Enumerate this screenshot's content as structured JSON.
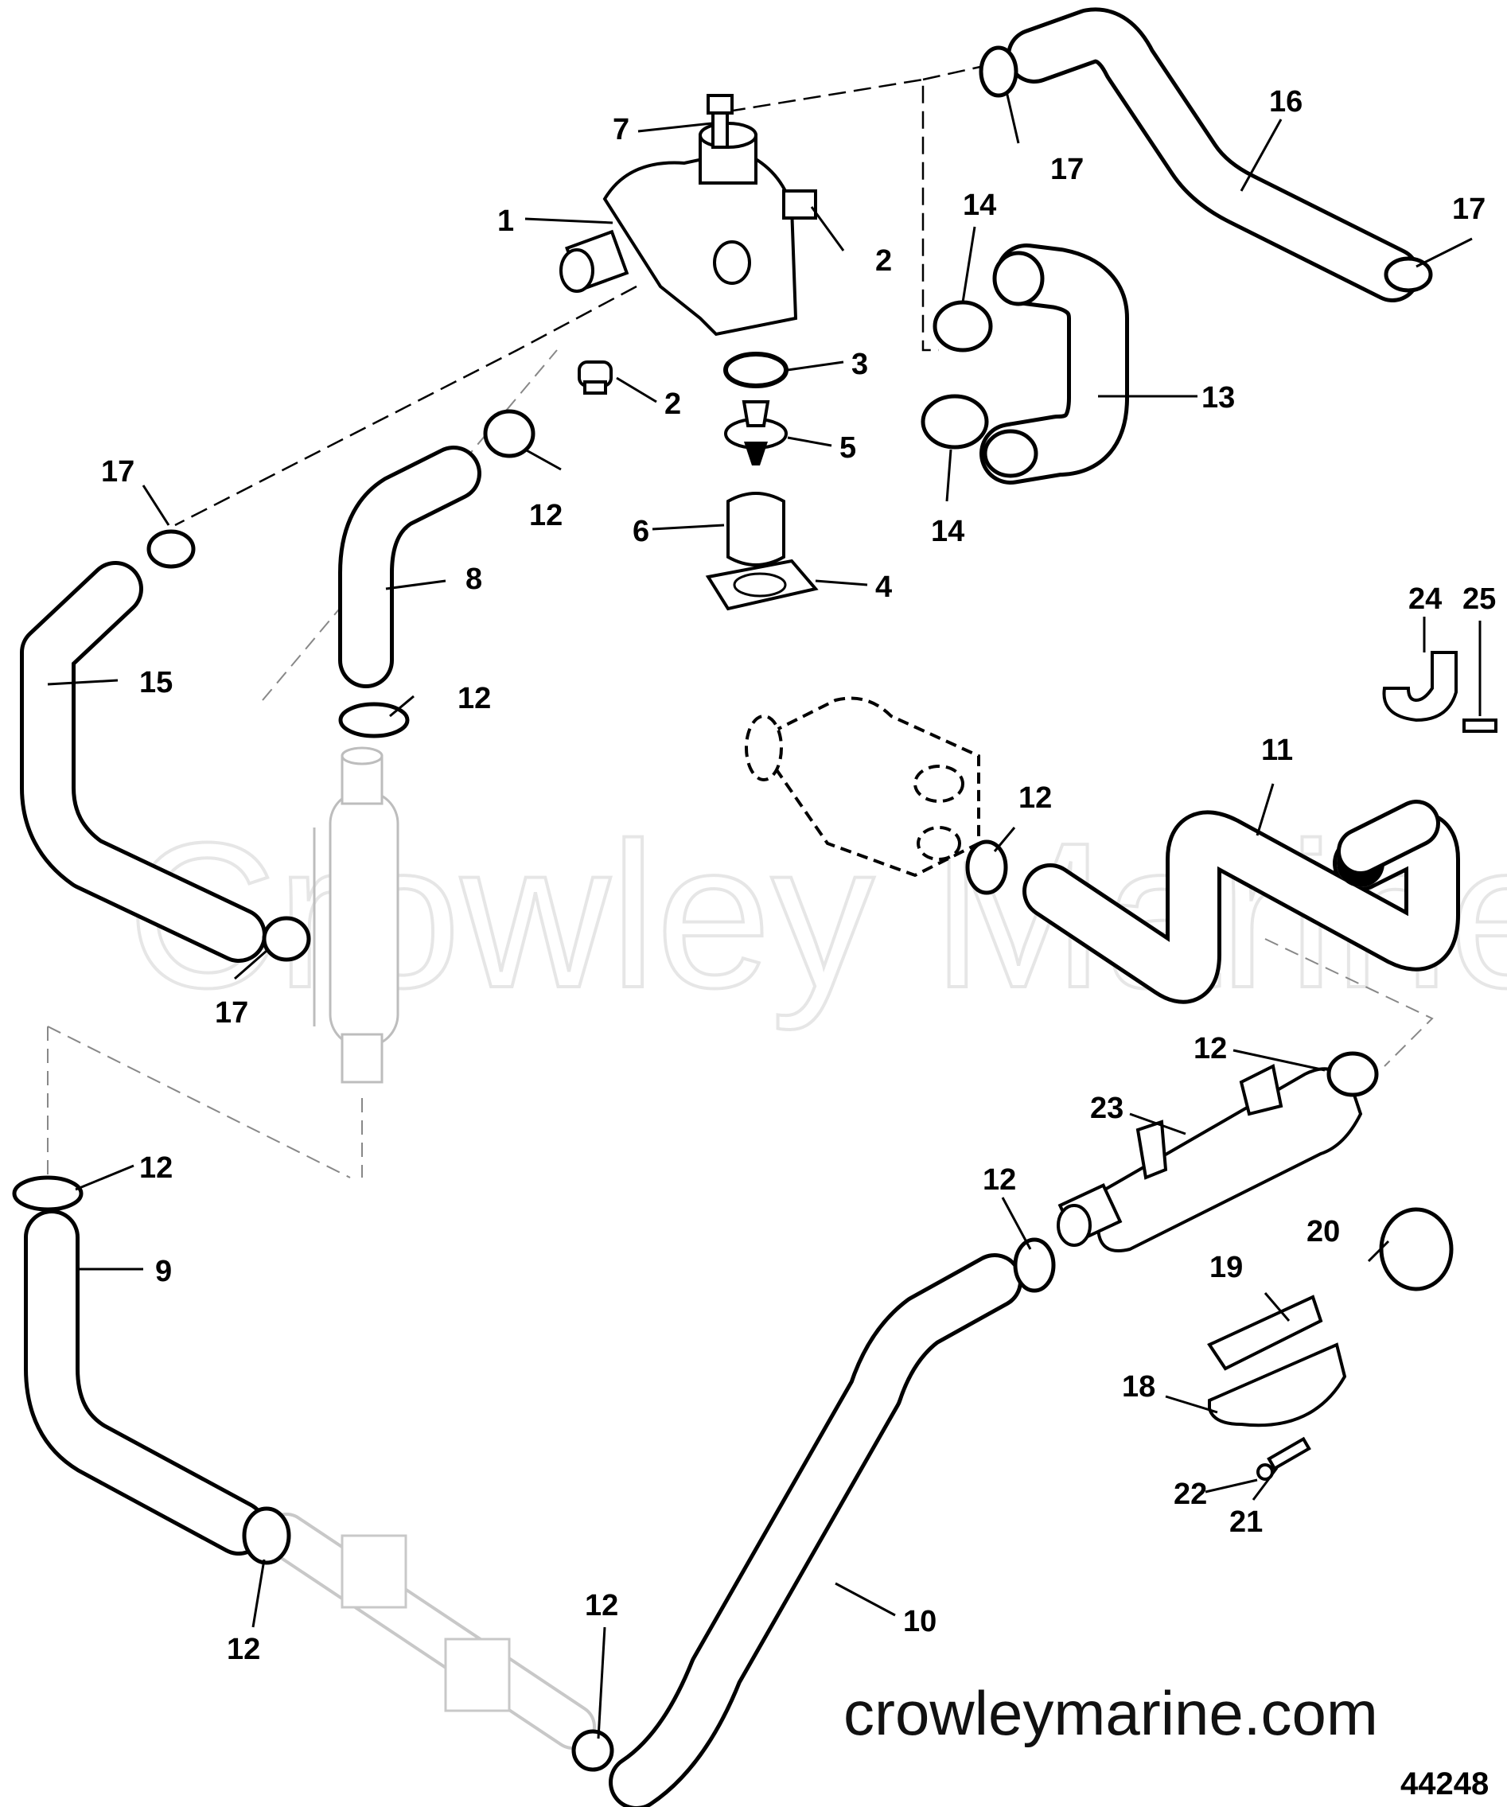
{
  "diagram": {
    "watermark": "Crowley Marine",
    "website": "crowleymarine.com",
    "figure_number": "44248",
    "callouts": [
      {
        "id": "c1",
        "text": "1"
      },
      {
        "id": "c2a",
        "text": "2"
      },
      {
        "id": "c2b",
        "text": "2"
      },
      {
        "id": "c3",
        "text": "3"
      },
      {
        "id": "c4",
        "text": "4"
      },
      {
        "id": "c5",
        "text": "5"
      },
      {
        "id": "c6",
        "text": "6"
      },
      {
        "id": "c7",
        "text": "7"
      },
      {
        "id": "c8",
        "text": "8"
      },
      {
        "id": "c9",
        "text": "9"
      },
      {
        "id": "c10",
        "text": "10"
      },
      {
        "id": "c11",
        "text": "11"
      },
      {
        "id": "c12a",
        "text": "12"
      },
      {
        "id": "c12b",
        "text": "12"
      },
      {
        "id": "c12c",
        "text": "12"
      },
      {
        "id": "c12d",
        "text": "12"
      },
      {
        "id": "c12e",
        "text": "12"
      },
      {
        "id": "c12f",
        "text": "12"
      },
      {
        "id": "c12g",
        "text": "12"
      },
      {
        "id": "c12h",
        "text": "12"
      },
      {
        "id": "c13",
        "text": "13"
      },
      {
        "id": "c14a",
        "text": "14"
      },
      {
        "id": "c14b",
        "text": "14"
      },
      {
        "id": "c15",
        "text": "15"
      },
      {
        "id": "c16",
        "text": "16"
      },
      {
        "id": "c17a",
        "text": "17"
      },
      {
        "id": "c17b",
        "text": "17"
      },
      {
        "id": "c17c",
        "text": "17"
      },
      {
        "id": "c17d",
        "text": "17"
      },
      {
        "id": "c18",
        "text": "18"
      },
      {
        "id": "c19",
        "text": "19"
      },
      {
        "id": "c20",
        "text": "20"
      },
      {
        "id": "c21",
        "text": "21"
      },
      {
        "id": "c22",
        "text": "22"
      },
      {
        "id": "c23",
        "text": "23"
      },
      {
        "id": "c24",
        "text": "24"
      },
      {
        "id": "c25",
        "text": "25"
      }
    ]
  }
}
